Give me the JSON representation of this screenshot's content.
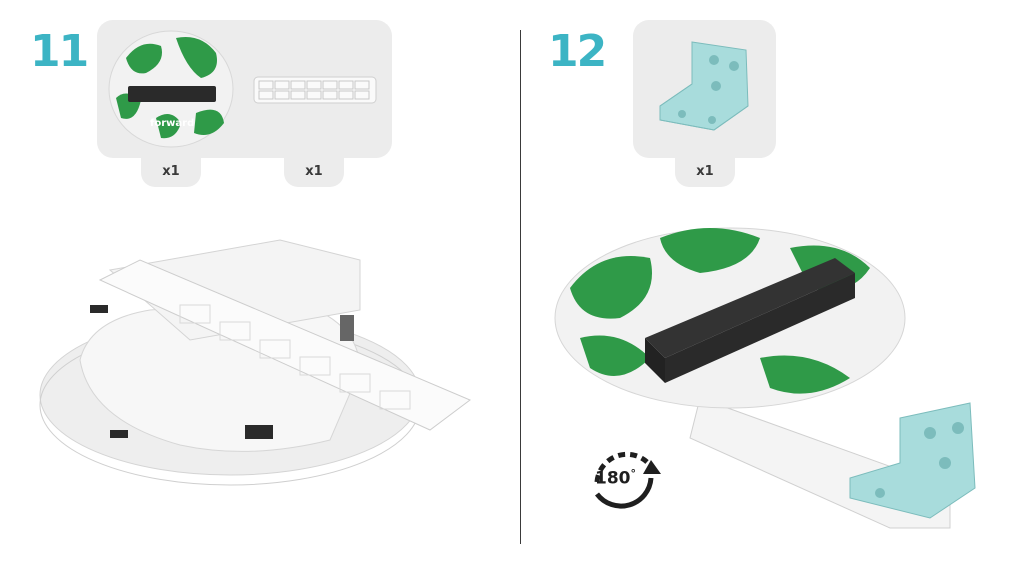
{
  "steps": [
    {
      "number": "11",
      "parts": [
        {
          "qty": "x1"
        },
        {
          "qty": "x1"
        }
      ]
    },
    {
      "number": "12",
      "parts": [
        {
          "qty": "x1"
        }
      ],
      "rotation": {
        "label": "180",
        "unit": "°"
      }
    }
  ],
  "board_text": "forward",
  "colors": {
    "accent": "#3cb4c4",
    "board_green": "#2f9a48",
    "bracket": "#a8dcdc",
    "connector": "#2a2a2a",
    "panel": "#ececec"
  },
  "icons": [
    "rotate-180-icon"
  ]
}
